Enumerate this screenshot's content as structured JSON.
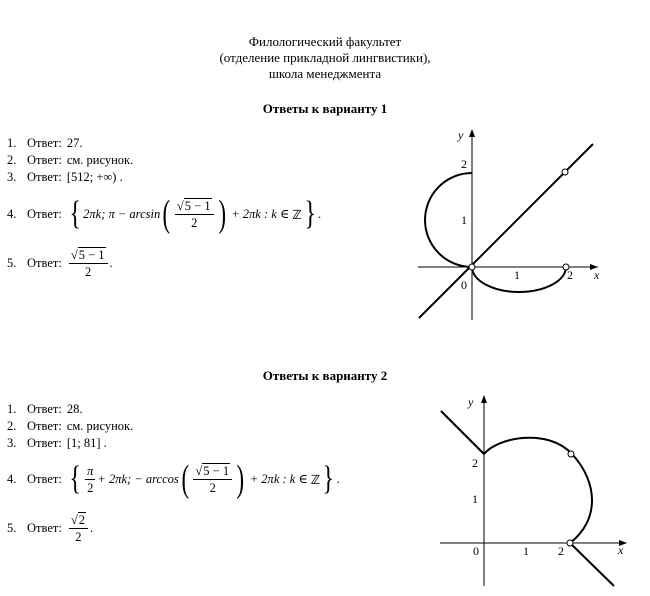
{
  "header": {
    "line1": "Филологический факультет",
    "line2": "(отделение прикладной лингвистики),",
    "line3": "школа менеджмента"
  },
  "variant1": {
    "title": "Ответы к варианту 1",
    "answers": [
      {
        "num": "1.",
        "label": "Ответ:",
        "text": "27."
      },
      {
        "num": "2.",
        "label": "Ответ:",
        "text": "см. рисунок."
      },
      {
        "num": "3.",
        "label": "Ответ:",
        "text": "[512; +∞) ."
      },
      {
        "num": "4.",
        "label": "Ответ:",
        "p1": "2πk; π − arcsin",
        "num_frac": "5 − 1",
        "den_frac": "2",
        "p2": "+ 2πk : k ∈",
        "set": "ℤ",
        "tail": "}."
      },
      {
        "num": "5.",
        "label": "Ответ:",
        "num_frac": "5 − 1",
        "den_frac": "2",
        "tail": "."
      }
    ],
    "graph": {
      "axis_x": "x",
      "axis_y": "y",
      "origin": "0",
      "xticks": [
        "1",
        "2"
      ],
      "yticks": [
        "1",
        "2"
      ]
    }
  },
  "variant2": {
    "title": "Ответы к варианту 2",
    "answers": [
      {
        "num": "1.",
        "label": "Ответ:",
        "text": "28."
      },
      {
        "num": "2.",
        "label": "Ответ:",
        "text": "см. рисунок."
      },
      {
        "num": "3.",
        "label": "Ответ:",
        "text": "[1; 81] ."
      },
      {
        "num": "4.",
        "label": "Ответ:",
        "f1_num": "π",
        "f1_den": "2",
        "p1": "+ 2πk; − arccos",
        "num_frac": "5 − 1",
        "den_frac": "2",
        "p2": "+ 2πk : k ∈",
        "set": "ℤ",
        "tail": "}."
      },
      {
        "num": "5.",
        "label": "Ответ:",
        "num_frac": "2",
        "den_frac": "2",
        "tail": "."
      }
    ],
    "graph": {
      "axis_x": "x",
      "axis_y": "y",
      "origin": "0",
      "xticks": [
        "1",
        "2"
      ],
      "yticks": [
        "1",
        "2"
      ]
    }
  }
}
